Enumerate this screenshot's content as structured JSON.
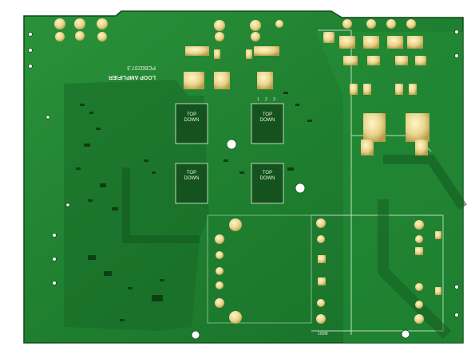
{
  "board": {
    "title_line1": "LOOP AMPLIFIER",
    "title_line2": "PCB0237.3",
    "label_top_down": "TOP\nDOWN",
    "pin_numbers": [
      "1",
      "2",
      "3"
    ],
    "label_100m": "100M"
  },
  "colors": {
    "background": "#ffffff",
    "substrate": "#1f7a2e",
    "mask_light": "#2d9a3c",
    "mask_dark": "#16601f",
    "copper_gold": "#e8d38a",
    "silkscreen": "#e9f3e6",
    "edge": "#0f4a18"
  }
}
